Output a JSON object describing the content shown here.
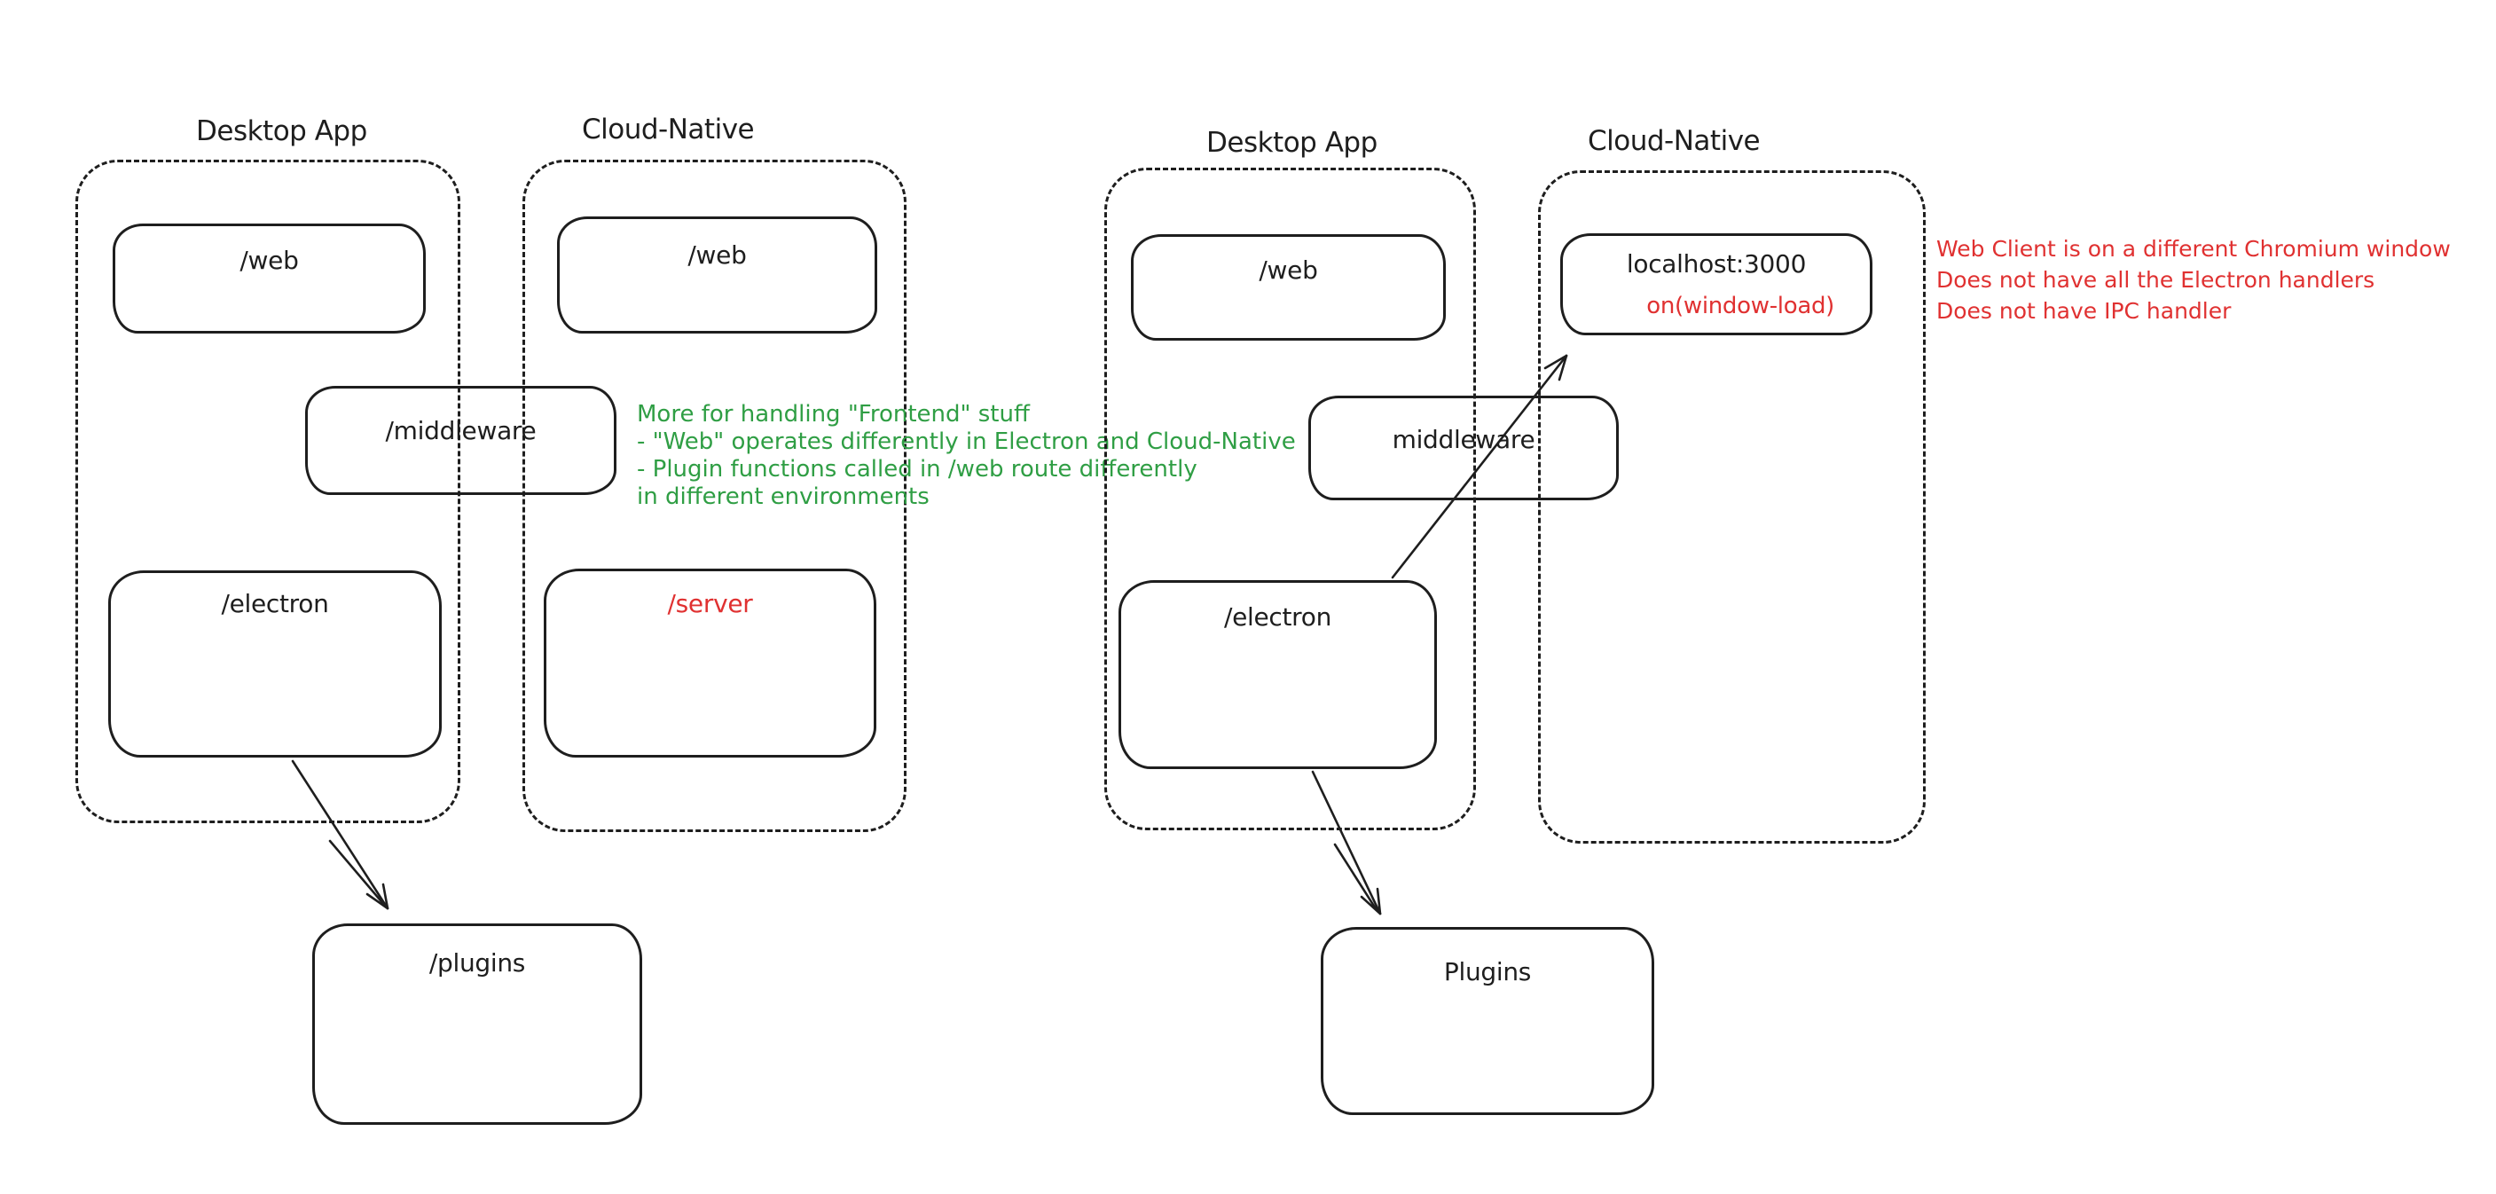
{
  "colors": {
    "ink": "#1e1e1e",
    "green": "#2f9e44",
    "red": "#e03131",
    "background": "#ffffff"
  },
  "left": {
    "desktop": {
      "title": "Desktop App",
      "web_label": "/web",
      "electron_label": "/electron"
    },
    "cloud": {
      "title": "Cloud-Native",
      "web_label": "/web",
      "server_label": "/server"
    },
    "middleware_label": "/middleware",
    "plugins_label": "/plugins",
    "green_note": {
      "lines": [
        "More for handling \"Frontend\" stuff",
        "- \"Web\" operates differently in Electron and Cloud-Native",
        "- Plugin functions called in /web route differently",
        "in different environments"
      ]
    }
  },
  "right": {
    "desktop": {
      "title": "Desktop App",
      "web_label": "/web",
      "electron_label": "/electron"
    },
    "cloud": {
      "title": "Cloud-Native",
      "localhost_label": "localhost:3000",
      "window_load_label": "on(window-load)"
    },
    "middleware_label": "middleware",
    "plugins_label": "Plugins",
    "red_note": {
      "lines": [
        "Web Client is on a different Chromium window",
        "Does not have all the Electron handlers",
        "Does not have IPC handler"
      ]
    }
  }
}
